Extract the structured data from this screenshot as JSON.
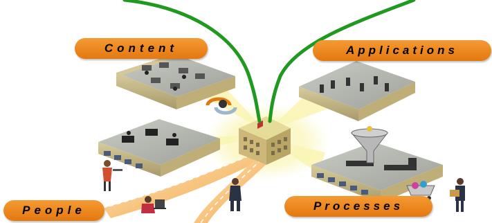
{
  "labels": {
    "content": "Content",
    "applications": "Applications",
    "people": "People",
    "processes": "Processes"
  },
  "colors": {
    "label_fill": "#f08a20",
    "green_line": "#1f9a1f",
    "room_wall": "#c8b98f",
    "room_floor": "#b0b3ad",
    "building": "#d7c47c",
    "glow": "#fff6a8",
    "road": "#f2b266"
  },
  "icons": [
    "office-room",
    "building",
    "funnel",
    "person",
    "laptop",
    "cart",
    "arrow-refresh"
  ]
}
